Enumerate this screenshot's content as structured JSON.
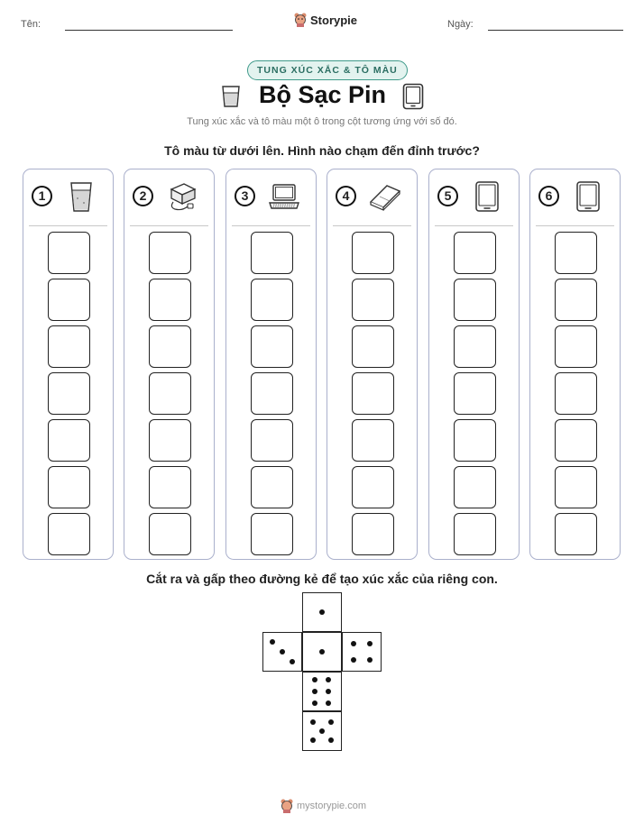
{
  "header": {
    "name_label": "Tên:",
    "date_label": "Ngày:",
    "brand": "Storypie"
  },
  "badge": "TUNG XÚC XẮC & TÔ MÀU",
  "title": "Bộ Sạc Pin",
  "subtitle": "Tung xúc xắc và tô màu một ô trong cột tương ứng với số đó.",
  "instruction": "Tô màu từ dưới lên. Hình nào chạm đến đỉnh trước?",
  "columns": [
    {
      "number": "1",
      "icon": "glass-of-water-icon"
    },
    {
      "number": "2",
      "icon": "power-adapter-icon"
    },
    {
      "number": "3",
      "icon": "laptop-icon"
    },
    {
      "number": "4",
      "icon": "book-icon"
    },
    {
      "number": "5",
      "icon": "tablet-icon"
    },
    {
      "number": "6",
      "icon": "tablet-icon"
    }
  ],
  "cells_per_column": 7,
  "dice_instruction": "Cắt ra và gấp theo đường kẻ để tạo xúc xắc của riêng con.",
  "dice_faces": [
    1,
    3,
    1,
    4,
    6,
    5
  ],
  "footer": "mystorypie.com",
  "colors": {
    "accent": "#3f9a8a",
    "badge_bg": "#e3f3ef",
    "column_border": "#aab0cc"
  }
}
